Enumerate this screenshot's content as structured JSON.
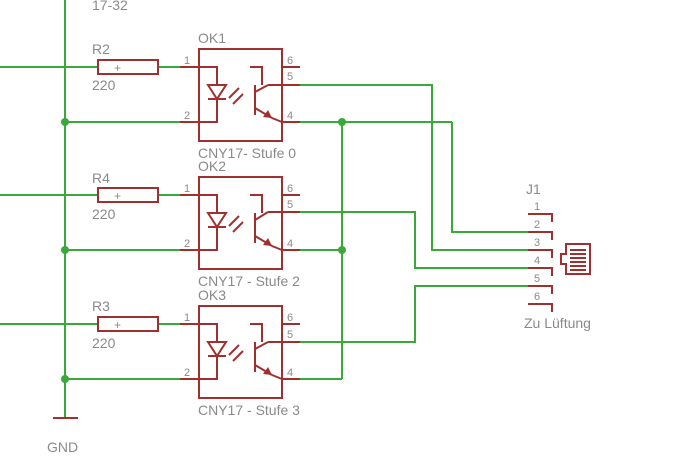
{
  "top_label": "17-32",
  "gnd_label": "GND",
  "resistors": [
    {
      "name": "R2",
      "value": "220"
    },
    {
      "name": "R4",
      "value": "220"
    },
    {
      "name": "R3",
      "value": "220"
    }
  ],
  "resistor_symbol": "+",
  "optocouplers": [
    {
      "name": "OK1",
      "caption": "CNY17- Stufe 0",
      "pins": [
        "1",
        "2",
        "6",
        "5",
        "4"
      ]
    },
    {
      "name": "OK2",
      "caption": "CNY17 - Stufe 2",
      "pins": [
        "1",
        "2",
        "6",
        "5",
        "4"
      ]
    },
    {
      "name": "OK3",
      "caption": "CNY17 - Stufe 3",
      "pins": [
        "1",
        "2",
        "6",
        "5",
        "4"
      ]
    }
  ],
  "connector": {
    "name": "J1",
    "pins": [
      "1",
      "2",
      "3",
      "4",
      "5",
      "6"
    ],
    "caption": "Zu Lüftung"
  },
  "colors": {
    "wire": "#3aa93a",
    "symbol": "#a03030",
    "label": "#8a8a8a"
  }
}
